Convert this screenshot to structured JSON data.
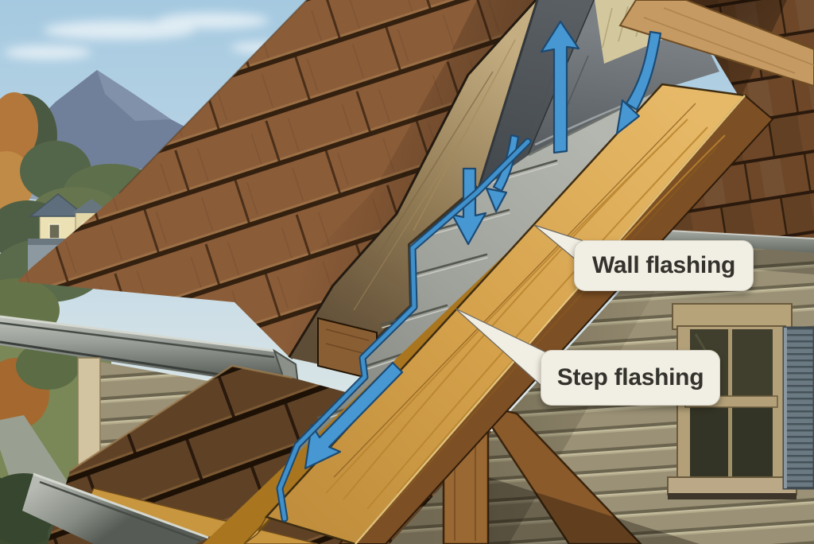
{
  "figure": {
    "type": "roof-flashing-illustration",
    "callouts": {
      "wall": {
        "label": "Wall flashing"
      },
      "step": {
        "label": "Step flashing"
      }
    },
    "arrows": [
      {
        "name": "water-flow-up-arrow",
        "direction": "up",
        "color": "#4697D2"
      },
      {
        "name": "water-flow-wall-arrow",
        "direction": "down-left",
        "color": "#4697D2"
      },
      {
        "name": "water-flow-down-arrow",
        "direction": "down",
        "color": "#4697D2"
      },
      {
        "name": "water-flow-curved-arrow",
        "direction": "down",
        "color": "#4697D2"
      },
      {
        "name": "water-flow-step-line",
        "direction": "down-left",
        "color": "#4697D2"
      },
      {
        "name": "water-flow-plank-arrow",
        "direction": "down-left",
        "color": "#4697D2"
      }
    ],
    "palette": {
      "arrow_blue": "#4697D2",
      "arrow_outline": "#1C4A73",
      "callout_bg": "#F1EEE3",
      "callout_text": "#33322C",
      "main_roof_brown": "#8A5C38",
      "shake_roof_brown": "#6D4728",
      "lower_roof_brown": "#5F4226",
      "flashing_gray": "#A8AAA4",
      "wall_flashing_gray": "#6E7478",
      "plank_gold": "#D9A854",
      "siding_tan": "#9B9176",
      "sky_blue": "#A5C9E0",
      "mountain_blue": "#71809A",
      "shutter_gray": "#6B7982"
    }
  }
}
